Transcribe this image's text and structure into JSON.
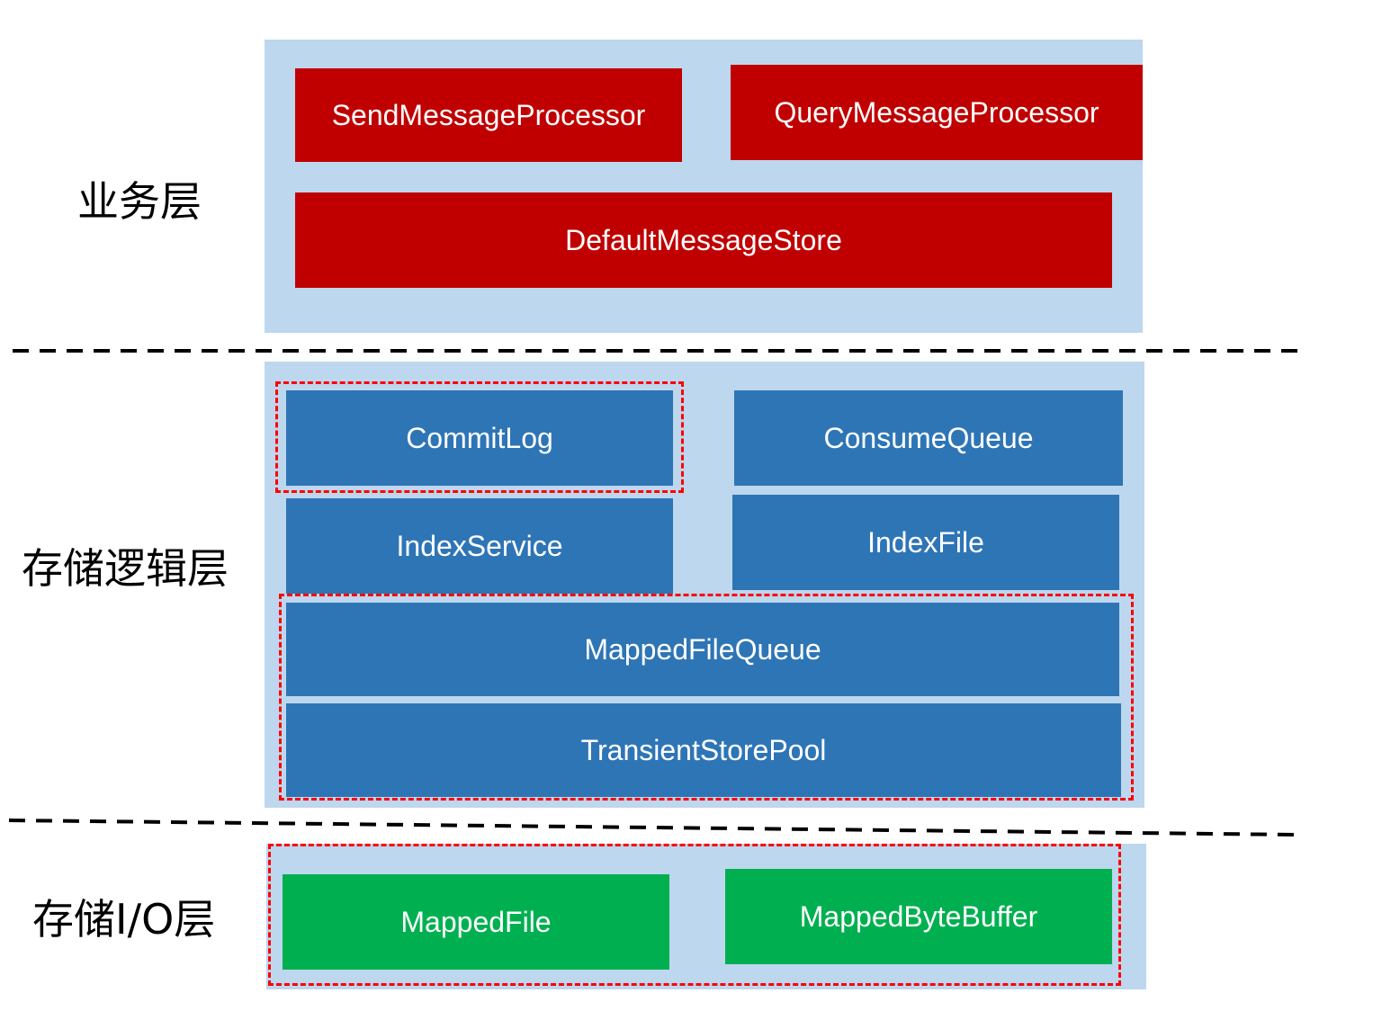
{
  "colors": {
    "panel_bg": "#bdd7ee",
    "business": "#c00000",
    "logic": "#2e75b6",
    "io": "#00b050",
    "highlight_border": "#ff0000",
    "separator": "#000000"
  },
  "layers": {
    "business": {
      "label": "业务层",
      "components": {
        "send_processor": "SendMessageProcessor",
        "query_processor": "QueryMessageProcessor",
        "default_store": "DefaultMessageStore"
      }
    },
    "logic": {
      "label": "存储逻辑层",
      "components": {
        "commit_log": "CommitLog",
        "consume_queue": "ConsumeQueue",
        "index_service": "IndexService",
        "index_file": "IndexFile",
        "mapped_file_queue": "MappedFileQueue",
        "transient_store_pool": "TransientStorePool"
      }
    },
    "io": {
      "label": "存储I/O层",
      "components": {
        "mapped_file": "MappedFile",
        "mapped_byte_buffer": "MappedByteBuffer"
      }
    }
  }
}
